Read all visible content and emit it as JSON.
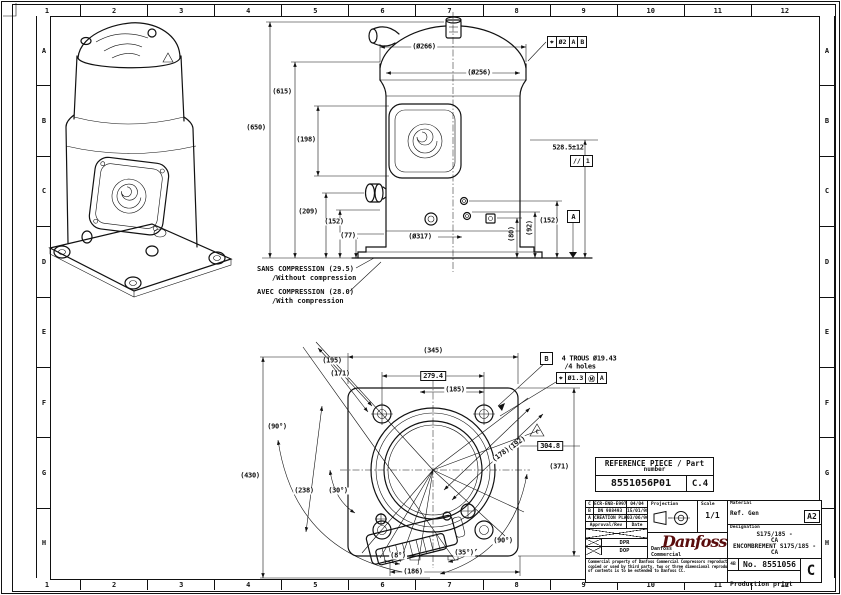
{
  "colors": {
    "line": "#111111",
    "logo": "#5a0d0d",
    "background": "#ffffff"
  },
  "border": {
    "columns": [
      "1",
      "2",
      "3",
      "4",
      "5",
      "6",
      "7",
      "8",
      "9",
      "10",
      "11",
      "12"
    ],
    "rows": [
      "A",
      "B",
      "C",
      "D",
      "E",
      "F",
      "G",
      "H"
    ]
  },
  "notes": {
    "sans_line1": "SANS COMPRESSION (29.5)",
    "sans_line2": "/Without compression",
    "avec_line1": "AVEC COMPRESSION (28.0)",
    "avec_line2": "/With compression"
  },
  "front_view": {
    "dia_266": "(Ø266)",
    "dia_256": "(Ø256)",
    "fcf_top": {
      "sym": "⌖",
      "tol": "Ø2",
      "d1": "A",
      "d2": "B"
    },
    "dim_615": "(615)",
    "dim_650": "(650)",
    "dim_198": "(198)",
    "dim_209": "(209)",
    "dim_152_left": "(152)",
    "dim_77": "(77)",
    "dia_317": "(Ø317)",
    "dim_80": "(80)",
    "dim_92": "(92)",
    "dim_152_right": "(152)",
    "datum_a": "A",
    "dim_528": "528.5±12",
    "fcf_parallel": {
      "sym": "//",
      "ref": "1"
    }
  },
  "bottom_view": {
    "dim_345": "(345)",
    "dim_279_4": "279.4",
    "dim_185": "(185)",
    "dim_195": "(195)",
    "dim_171": "(171)",
    "datum_b": "B",
    "holes_note_line1": "4 TROUS Ø19.43",
    "holes_note_line2": "/4 holes",
    "fcf_holes": {
      "sym": "⌖",
      "tol": "Ø1.3",
      "mod": "Ⓜ",
      "d1": "A"
    },
    "dim_192": "(192)",
    "dim_178": "(178)",
    "rev_triangle": "C",
    "dim_304_8": "304.8",
    "dim_371": "(371)",
    "ang_90_top_left": "(90°)",
    "dim_430": "(430)",
    "dim_238": "(238)",
    "ang_30": "(30°)",
    "ang_90_bottom_right": "(90°)",
    "ang_35": "(35°)",
    "ang_8": "(8°)",
    "dim_186": "(186)"
  },
  "reference_box": {
    "title_line1": "REFERENCE PIECE / Part",
    "title_line2": "number",
    "part_number": "8551056P01",
    "revision": "C.4"
  },
  "title_block": {
    "revisions": [
      {
        "rev": "C",
        "desc": "ECR-ENB-E997",
        "date": "04/04"
      },
      {
        "rev": "B",
        "desc": "DN 988493",
        "date": "15/01/98"
      },
      {
        "rev": "A",
        "desc": "CREATION PLAN",
        "date": "03/06/96"
      }
    ],
    "header_approval": "Approval/Rev",
    "header_date": "Date",
    "design": "DPR",
    "approved": "DOP",
    "disclaimer_line1": "Commercial property of Danfoss Commercial Compressors reproduction hereof",
    "disclaimer_line2": "copied or used by third party, two or three dimensional reproduction",
    "disclaimer_line3": "of contents is to be extended to Danfoss CC.",
    "projection_label": "Projection",
    "scale_label": "Scale",
    "scale_value": "1/1",
    "material_label": "Material",
    "material_value": "Ref. Gen",
    "sheet_size": "A2",
    "logo_text": "Danfoss",
    "company_line1": "Danfoss",
    "company_line2": "Commercial",
    "designation_label": "Designation",
    "designation_line1": "S175/185 -",
    "designation_line2": "CA",
    "designation_line3": "ENCOMBREMENT S175/185 -",
    "designation_line4": "CA",
    "doc_code": "4B",
    "doc_no": "No. 8551056",
    "doc_type": "Production print",
    "revision_letter": "C"
  }
}
